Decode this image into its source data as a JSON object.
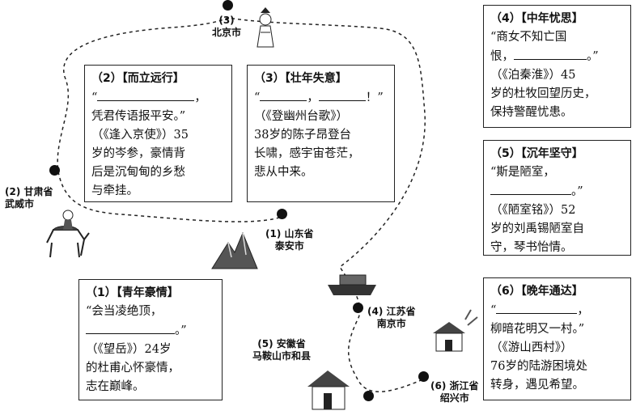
{
  "locations": [
    {
      "num": "(1)",
      "line1": "山东省",
      "line2": "泰安市"
    },
    {
      "num": "(2)",
      "line1": "甘肃省",
      "line2": "武威市"
    },
    {
      "num": "(3)",
      "line1": "北京市",
      "line2": ""
    },
    {
      "num": "(4)",
      "line1": "江苏省",
      "line2": "南京市"
    },
    {
      "num": "(5)",
      "line1": "安徽省",
      "line2": "马鞍山市和县"
    },
    {
      "num": "(6)",
      "line1": "浙江省",
      "line2": "绍兴市"
    }
  ],
  "cards": {
    "c1": {
      "title": "（1）【青年豪情】",
      "lines": [
        "“会当凌绝顶，",
        "　　　　　　。”",
        "（《望岳》）24岁",
        "的杜甫心怀豪情，",
        "志在巅峰。"
      ]
    },
    "c2": {
      "title": "（2）【而立远行】",
      "lines": [
        "“",
        "凭君传语报平安。”",
        "（《逢入京使》）35",
        "岁的岑参，豪情背",
        "后是沉甸甸的乡愁",
        "与牵挂。"
      ]
    },
    "c3": {
      "title": "（3）【壮年失意】",
      "lines": [
        "“",
        "，",
        "！”",
        "（《登幽州台歌》）",
        "38岁的陈子昂登台",
        "长啸，感宇宙苍茫，",
        "悲从中来。"
      ]
    },
    "c4": {
      "title": "（4）【中年忧思】",
      "lines": [
        "“商女不知亡国",
        "恨，",
        "。”",
        "（《泊秦淮》）45",
        "岁的杜牧回望历史，",
        "保持警醒忧患。"
      ]
    },
    "c5": {
      "title": "（5）【沉年坚守】",
      "lines": [
        "“斯是陋室，",
        "。”",
        "（《陋室铭》）52",
        "岁的刘禹锡陋室自",
        "守，琴书怡情。"
      ]
    },
    "c6": {
      "title": "（6）【晚年通达】",
      "lines": [
        "“",
        "，",
        "柳暗花明又一村。”",
        "（《游山西村》）",
        "76岁的陆游困境处",
        "转身，遇见希望。"
      ]
    }
  },
  "icons": [
    "scholar-icon",
    "horse-rider-icon",
    "mountain-icon",
    "boat-icon",
    "house-icon",
    "village-house-icon"
  ]
}
